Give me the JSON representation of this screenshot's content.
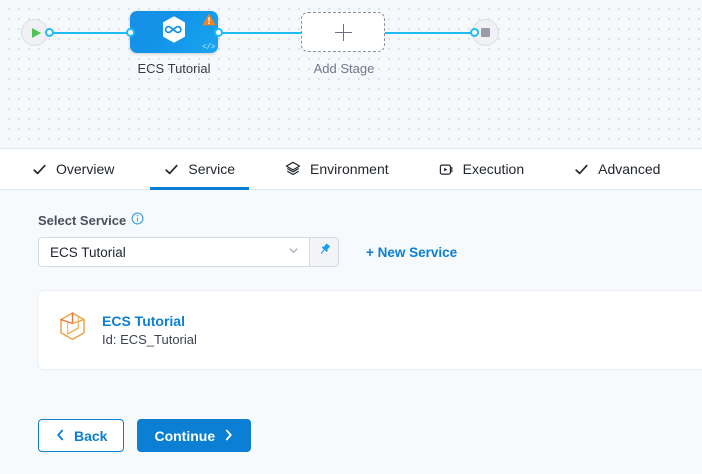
{
  "canvas": {
    "start_node": {
      "icon": "play-icon",
      "label": ""
    },
    "end_node": {
      "icon": "stop-icon",
      "label": ""
    },
    "stage": {
      "label": "ECS Tutorial",
      "icon": "hexagon-link-icon",
      "warning_icon": "warning-triangle-icon",
      "code_badge": "</>"
    },
    "add_stage": {
      "label": "Add Stage",
      "icon": "plus-icon"
    },
    "colors": {
      "connector": "#20bdf5",
      "stage_fill": "#1193e8",
      "warning": "#f6821f",
      "start_play": "#4dc553"
    }
  },
  "tabs": [
    {
      "label": "Overview",
      "icon": "check-icon",
      "active": false
    },
    {
      "label": "Service",
      "icon": "check-icon",
      "active": true
    },
    {
      "label": "Environment",
      "icon": "layers-icon",
      "active": false
    },
    {
      "label": "Execution",
      "icon": "play-box-icon",
      "active": false
    },
    {
      "label": "Advanced",
      "icon": "check-icon",
      "active": false
    }
  ],
  "main": {
    "select_service": {
      "label": "Select Service",
      "info_icon": "info-icon",
      "value": "ECS Tutorial",
      "placeholder": "Select Service",
      "chevron_icon": "chevron-down-icon",
      "pin_icon": "pin-icon"
    },
    "new_service_label": "+ New Service",
    "service_card": {
      "icon": "cube-hexagon-icon",
      "title": "ECS Tutorial",
      "id_text": "Id: ECS_Tutorial"
    },
    "buttons": {
      "back": {
        "label": "Back",
        "icon": "chevron-left-icon"
      },
      "continue": {
        "label": "Continue",
        "icon": "chevron-right-icon"
      }
    },
    "accent_color": "#0b7fd4"
  }
}
